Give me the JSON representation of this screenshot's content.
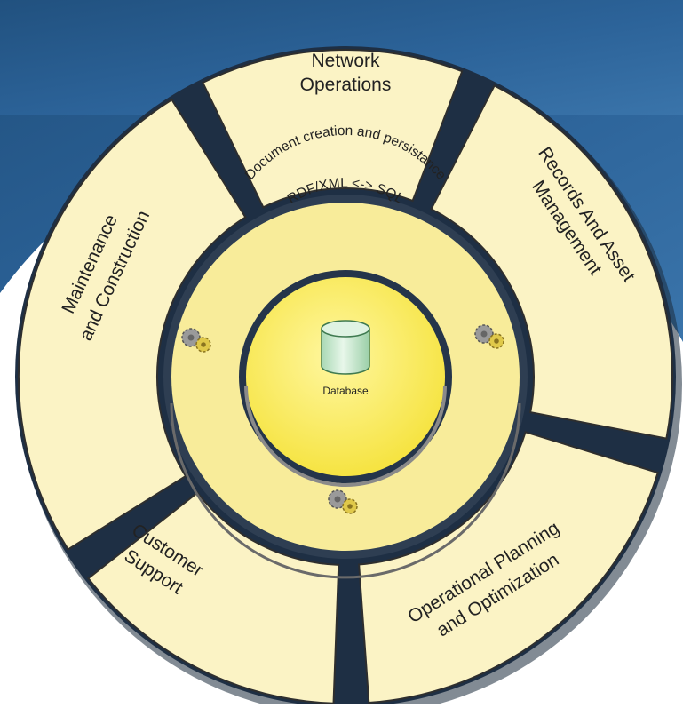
{
  "segments": [
    {
      "id": "network",
      "lines": [
        "Network",
        "Operations"
      ]
    },
    {
      "id": "records",
      "lines": [
        "Records And Asset",
        "Management"
      ]
    },
    {
      "id": "planning",
      "lines": [
        "Operational Planning",
        "and Optimization"
      ]
    },
    {
      "id": "support",
      "lines": [
        "Customer",
        "Support"
      ]
    },
    {
      "id": "maintenance",
      "lines": [
        "Maintenance",
        "and Construction"
      ]
    }
  ],
  "middle_ring": {
    "line1": "Document creation and persistance",
    "line2": "RDF/XML <-> SQL"
  },
  "core": {
    "label": "Database",
    "icon": "database-cylinder-icon"
  },
  "process_icons": [
    "gears-icon",
    "gears-icon",
    "gears-icon"
  ],
  "colors": {
    "background": "#2a5f95",
    "segment_fill": "#fbf3c5",
    "segment_border": "#2e2e2e",
    "ring_fill": "#f8ec9a",
    "core_fill": "#f7e84a",
    "database_fill": "#c9e8cf",
    "separator": "#1e2f44"
  }
}
